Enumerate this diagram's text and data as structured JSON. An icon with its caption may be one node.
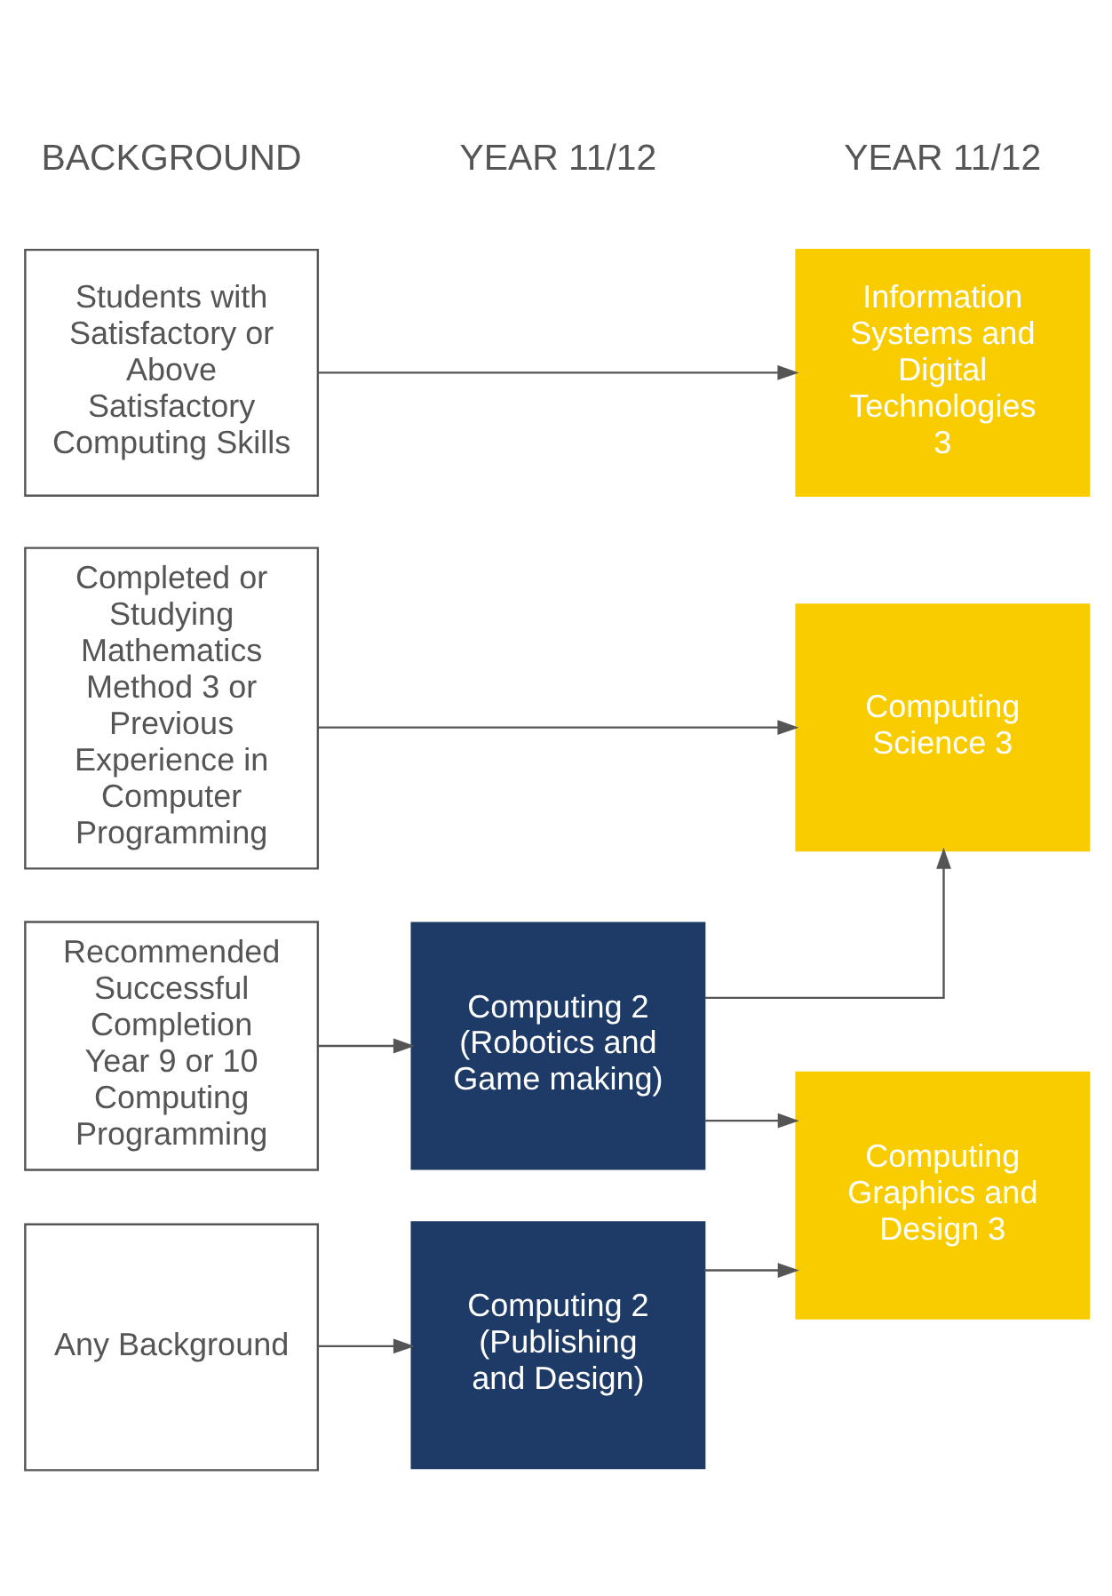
{
  "diagram": {
    "nodes": [
      {
        "text": [
          "Completed or Studying Mathematics Method 3 or Previous Experience in Computer Programming"
        ]
      },
      {
        "text": [
          "Recommended Successful Completion Year 9 or 10 Computing Programming"
        ]
      },
      {
        "text": [
          "Any Background"
        ]
      },
      {
        "text": [
          "Students with Satisfactory or Above Satisfactory Computing Skills"
        ]
      },
      {
        "text": [
          "Computing 2 (Robotics and Game making)"
        ]
      },
      {
        "text": [
          "Computing 2 (Publishing and Design)"
        ]
      },
      {
        "text": [
          "Computing Science 3"
        ]
      },
      {
        "text": [
          "Computing Graphics and Design 3"
        ]
      },
      {
        "text": [
          "Information Systems and Digital Technologies 3"
        ]
      }
    ],
    "edges": [
      {
        "from": 0,
        "to": 6,
        "arrow": "to"
      },
      {
        "from": 1,
        "to": 4,
        "arrow": "to"
      },
      {
        "from": 4,
        "to": 6,
        "arrow": "to"
      },
      {
        "from": 4,
        "to": 7,
        "arrow": "to"
      },
      {
        "from": 2,
        "to": 5,
        "arrow": "to"
      },
      {
        "from": 5,
        "to": 7,
        "arrow": "to"
      },
      {
        "from": 3,
        "to": 8,
        "arrow": "to"
      }
    ],
    "labels": [
      "BACKGROUND",
      "YEAR 11/12",
      "YEAR 11/12"
    ]
  }
}
